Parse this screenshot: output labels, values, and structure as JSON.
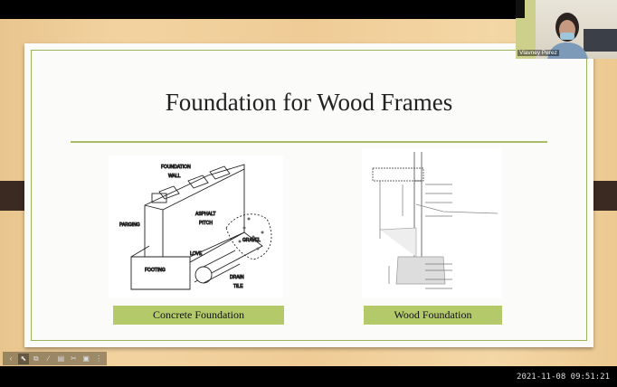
{
  "slide": {
    "title": "Foundation for Wood Frames",
    "left_image": {
      "caption": "Concrete Foundation",
      "labels": [
        "FOUNDATION",
        "WALL",
        "ASPHALT",
        "PITCH",
        "PARGING",
        "GRAVEL",
        "LOVE",
        "FOOTING",
        "DRAIN",
        "TILE"
      ]
    },
    "right_image": {
      "caption": "Wood Foundation"
    }
  },
  "webcam": {
    "participant_name": "Vlavney Perez"
  },
  "timestamp": "2021-11-08  09:51:21",
  "toolbar": {
    "icons": [
      "chevron-left-icon",
      "pointer-icon",
      "copy-icon",
      "pen-icon",
      "note-icon",
      "scissors-icon",
      "screen-icon",
      "more-icon"
    ],
    "glyphs": [
      "‹",
      "⬉",
      "⧉",
      "∕",
      "▤",
      "✂",
      "▣",
      "⋮"
    ]
  },
  "colors": {
    "accent_green": "#b3c96a",
    "frame_green": "#9bb35a",
    "tab_brown": "#3a2a22"
  }
}
